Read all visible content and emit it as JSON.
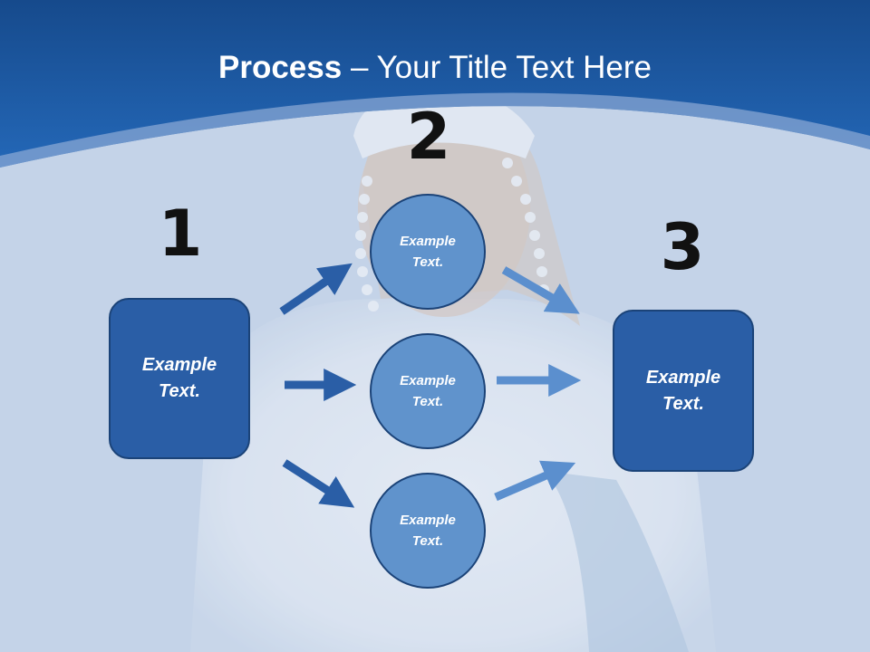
{
  "title": {
    "bold": "Process",
    "rest": " – Your Title Text Here"
  },
  "steps": [
    {
      "number": "1",
      "text": "Example\nText."
    },
    {
      "number": "2",
      "text": "Example\nText."
    },
    {
      "number": "3",
      "text": "Example\nText."
    }
  ],
  "circles": [
    {
      "text": "Example\nText."
    },
    {
      "text": "Example\nText."
    },
    {
      "text": "Example\nText."
    }
  ],
  "colors": {
    "header": "#1e5aa8",
    "box": "#2a5ea6",
    "circle": "#6093cc",
    "arrow_dark": "#2a5ea6",
    "arrow_light": "#5b8fce"
  }
}
